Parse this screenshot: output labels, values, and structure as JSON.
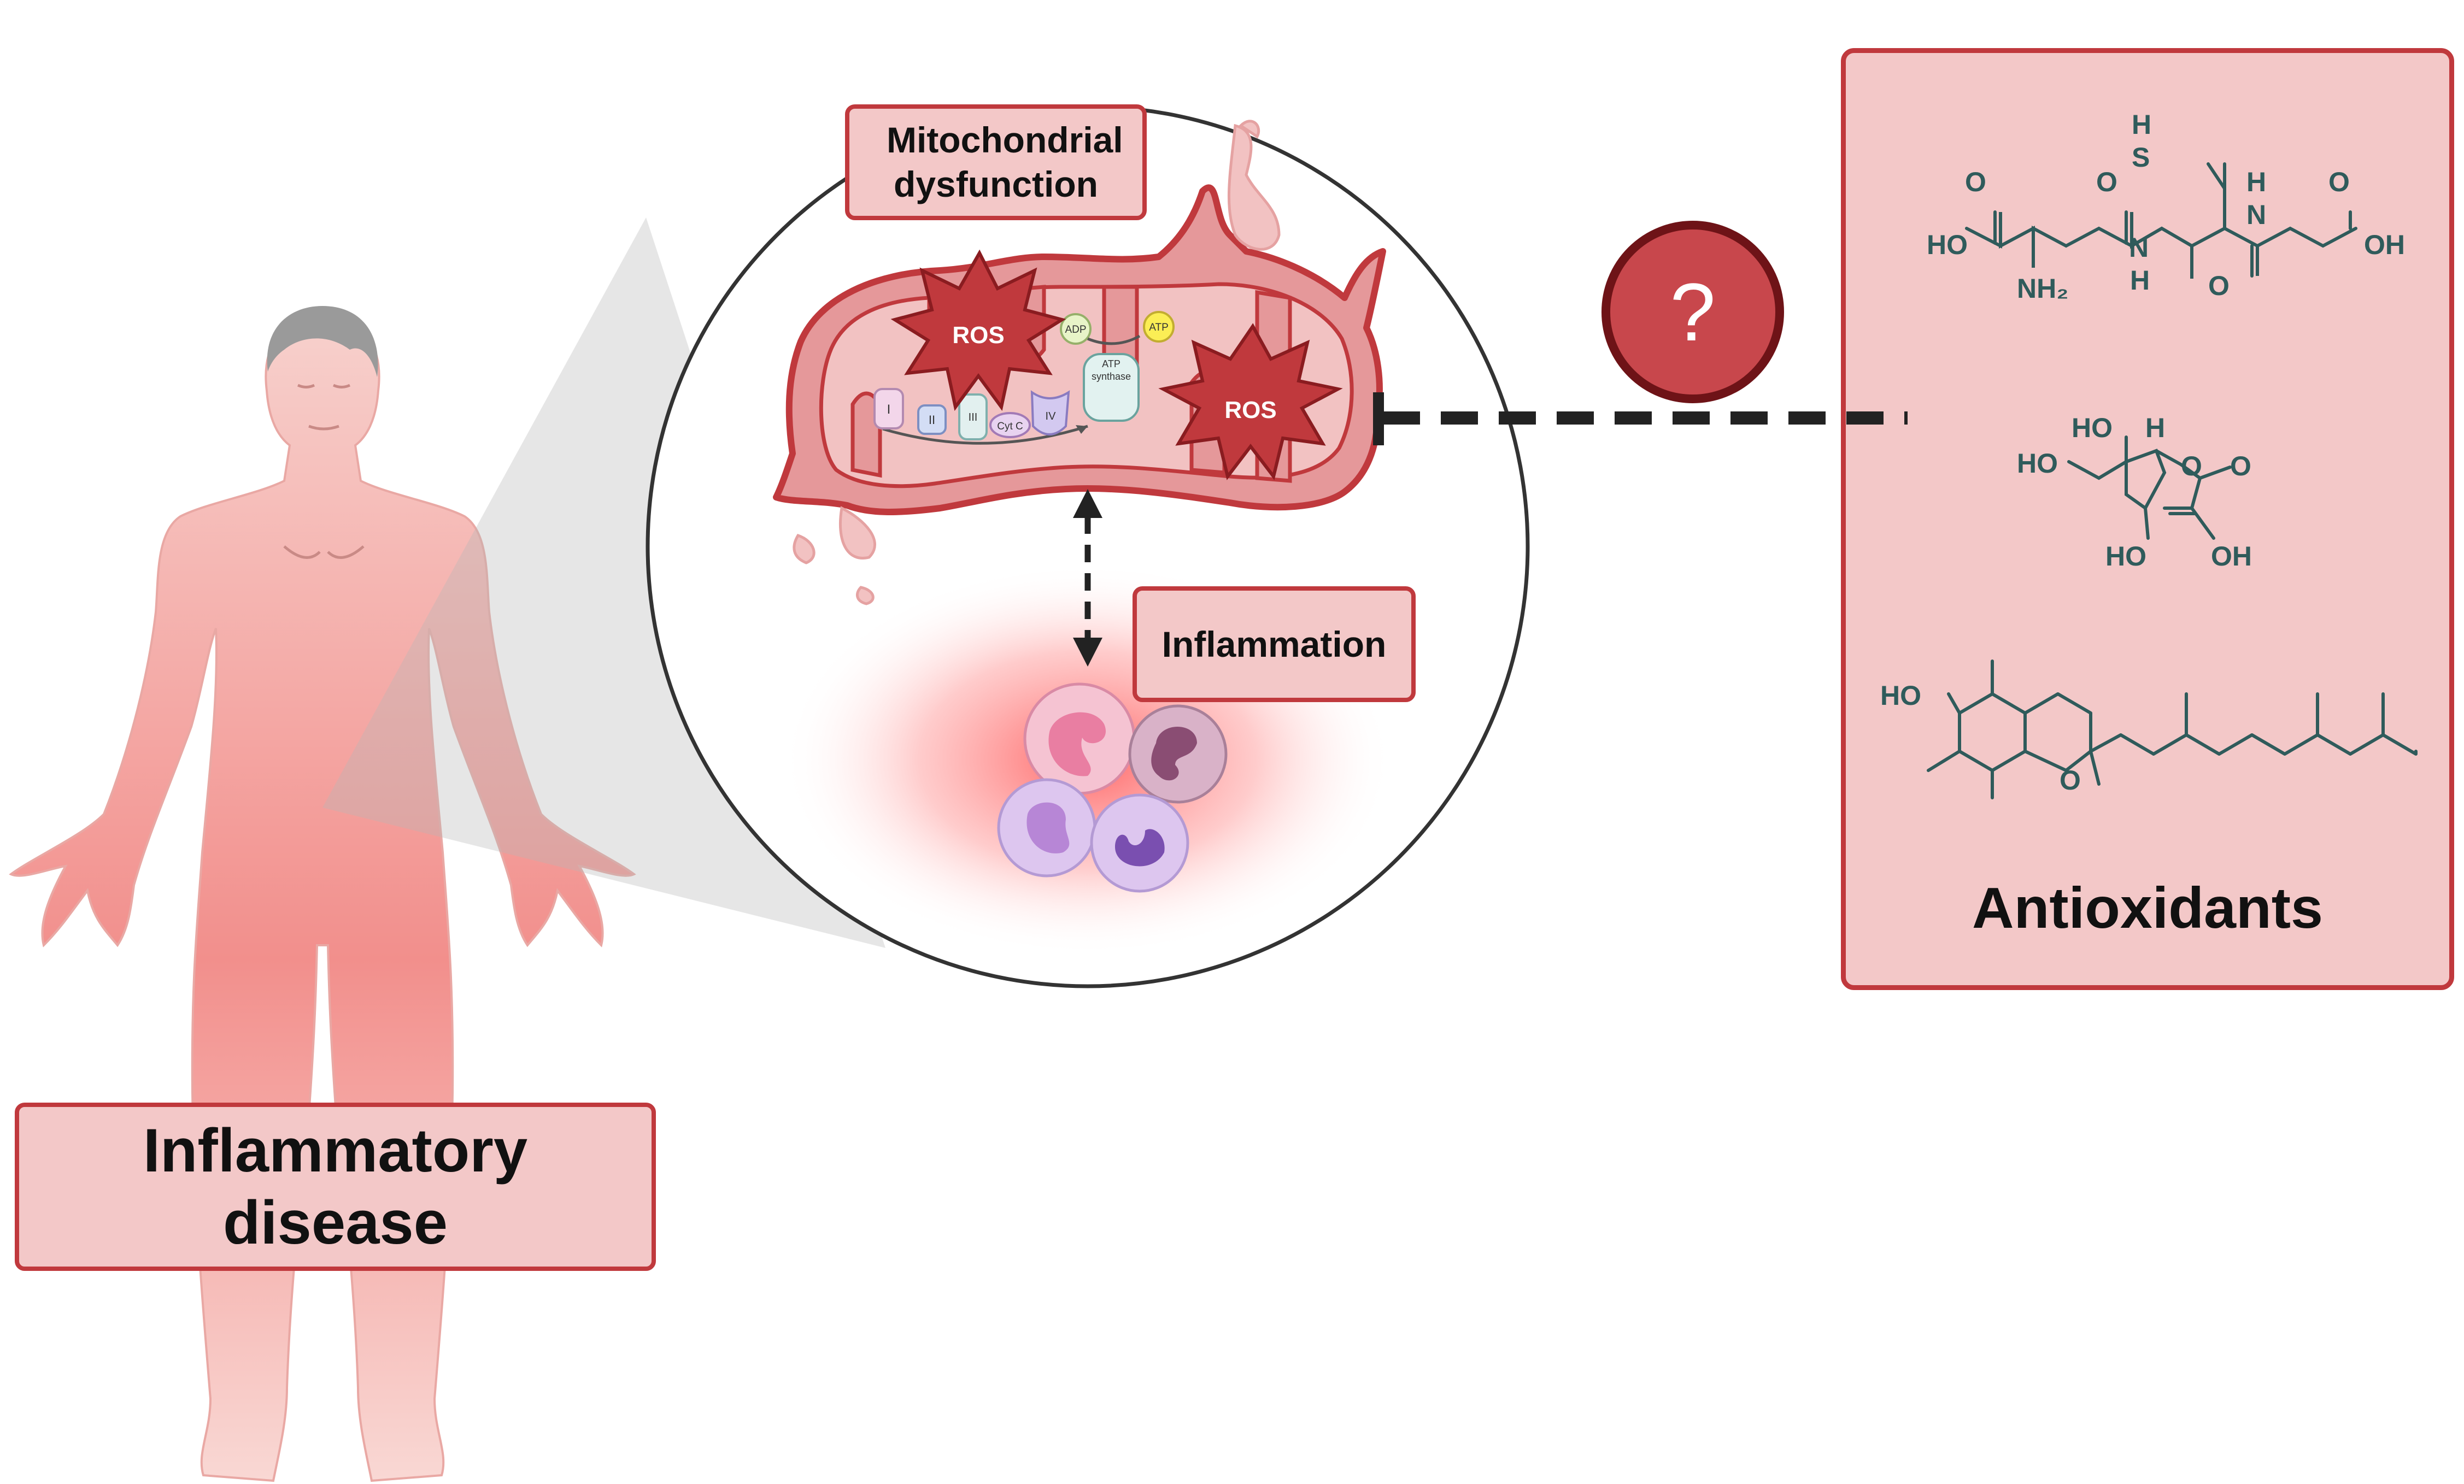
{
  "labels": {
    "mitochondrial_dysfunction": "Mitochondrial dysfunction",
    "inflammation": "Inflammation",
    "inflammatory_disease": "Inflammatory disease",
    "antioxidants": "Antioxidants",
    "question_mark": "?"
  },
  "mitochondrion": {
    "ros_left": "ROS",
    "ros_right": "ROS",
    "complex_1": "I",
    "complex_2": "II",
    "complex_3": "III",
    "complex_4": "IV",
    "cyt_c": "Cyt C",
    "adp": "ADP",
    "atp": "ATP",
    "atp_synthase": "ATP synthase"
  },
  "molecules": {
    "glutathione": {
      "atoms": [
        "HO",
        "O",
        "NH₂",
        "S",
        "H",
        "O",
        "N",
        "H",
        "H",
        "N",
        "O",
        "O",
        "OH"
      ]
    },
    "ascorbic_acid": {
      "atoms": [
        "HO",
        "H",
        "HO",
        "O",
        "O",
        "HO",
        "OH"
      ]
    },
    "tocopherol": {
      "atoms": [
        "HO",
        "O"
      ]
    }
  },
  "colors": {
    "panel_fill": "#f3c8c8",
    "panel_border": "#c0393d",
    "ros_fill": "#c0393d",
    "molecule_ink": "#2f5b5b",
    "question_fill": "#c8474c",
    "question_border": "#6e1317"
  }
}
